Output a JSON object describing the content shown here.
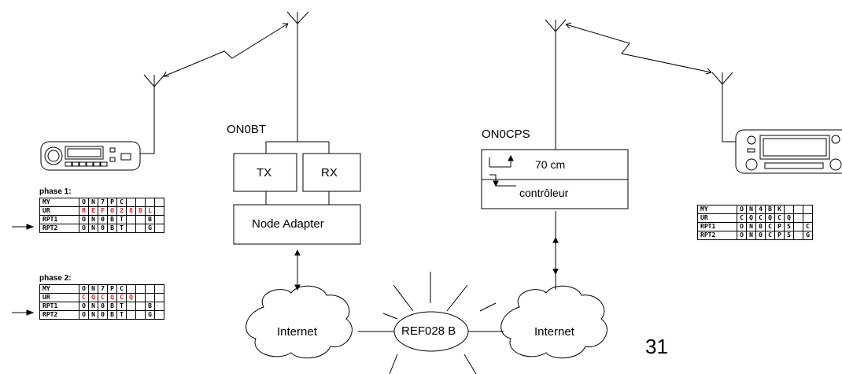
{
  "colors": {
    "line": "#000000",
    "highlight": "#e41a1a"
  },
  "labels": {
    "on0bt": "ON0BT",
    "tx": "TX",
    "rx": "RX",
    "node_adapter": "Node Adapter",
    "on0cps": "ON0CPS",
    "band": "70 cm",
    "controller": "contrôleur",
    "internet_left": "Internet",
    "internet_right": "Internet",
    "reflector": "REF028 B",
    "page_number": "31"
  },
  "phase1": {
    "title": "phase 1:",
    "rows": [
      {
        "name": "MY",
        "cells": [
          "O",
          "N",
          "7",
          "P",
          "C",
          "",
          "",
          "",
          ""
        ],
        "red": false
      },
      {
        "name": "UR",
        "cells": [
          "R",
          "E",
          "F",
          "0",
          "2",
          "8",
          "B",
          "L",
          ""
        ],
        "red": true
      },
      {
        "name": "RPT1",
        "cells": [
          "O",
          "N",
          "0",
          "B",
          "T",
          "",
          "",
          "B",
          ""
        ],
        "red": false
      },
      {
        "name": "RPT2",
        "cells": [
          "O",
          "N",
          "0",
          "B",
          "T",
          "",
          "",
          "G",
          ""
        ],
        "red": false
      }
    ]
  },
  "phase2": {
    "title": "phase 2:",
    "rows": [
      {
        "name": "MY",
        "cells": [
          "O",
          "N",
          "7",
          "P",
          "C",
          "",
          "",
          "",
          ""
        ],
        "red": false
      },
      {
        "name": "UR",
        "cells": [
          "C",
          "Q",
          "C",
          "Q",
          "C",
          "Q",
          "",
          "",
          ""
        ],
        "red": true
      },
      {
        "name": "RPT1",
        "cells": [
          "O",
          "N",
          "0",
          "B",
          "T",
          "",
          "",
          "B",
          ""
        ],
        "red": false
      },
      {
        "name": "RPT2",
        "cells": [
          "O",
          "N",
          "0",
          "B",
          "T",
          "",
          "",
          "G",
          ""
        ],
        "red": false
      }
    ]
  },
  "right_table": {
    "rows": [
      {
        "name": "MY",
        "cells": [
          "O",
          "N",
          "4",
          "B",
          "K",
          "",
          "",
          ""
        ]
      },
      {
        "name": "UR",
        "cells": [
          "C",
          "Q",
          "C",
          "Q",
          "C",
          "Q",
          "",
          ""
        ]
      },
      {
        "name": "RPT1",
        "cells": [
          "O",
          "N",
          "0",
          "C",
          "P",
          "S",
          "",
          "C"
        ]
      },
      {
        "name": "RPT2",
        "cells": [
          "O",
          "N",
          "0",
          "C",
          "P",
          "S",
          "",
          "G"
        ]
      }
    ]
  }
}
